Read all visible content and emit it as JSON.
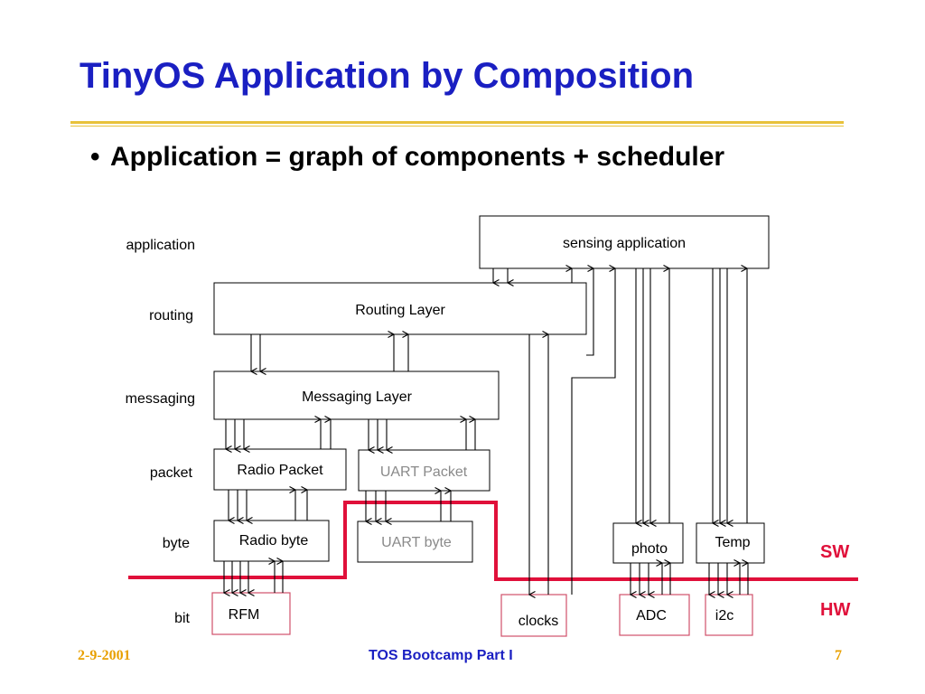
{
  "slide": {
    "title": "TinyOS Application by Composition",
    "bullet": "Application = graph of components + scheduler"
  },
  "layers": {
    "application": "application",
    "routing": "routing",
    "messaging": "messaging",
    "packet": "packet",
    "byte": "byte",
    "bit": "bit"
  },
  "components": {
    "sensing_application": "sensing application",
    "routing_layer": "Routing Layer",
    "messaging_layer": "Messaging Layer",
    "radio_packet": "Radio Packet",
    "uart_packet": "UART Packet",
    "radio_byte": "Radio byte",
    "uart_byte": "UART byte",
    "photo": "photo",
    "temp": "Temp",
    "rfm": "RFM",
    "clocks": "clocks",
    "adc": "ADC",
    "i2c": "i2c"
  },
  "boundary": {
    "sw": "SW",
    "hw": "HW"
  },
  "footer": {
    "date": "2-9-2001",
    "center": "TOS Bootcamp Part I",
    "page": "7"
  },
  "colors": {
    "title": "#1a1fc2",
    "rule": "#e8c23a",
    "boundary_line": "#e0103a",
    "hw_box_border": "#d0506a",
    "gray_text": "#8a8a8a",
    "footer_side": "#e8a000"
  }
}
